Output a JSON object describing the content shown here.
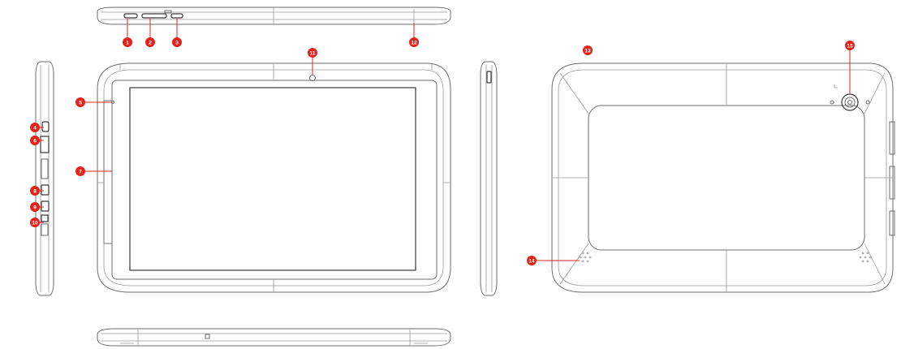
{
  "callouts": [
    {
      "id": "c1",
      "label": "1"
    },
    {
      "id": "c2",
      "label": "2"
    },
    {
      "id": "c3",
      "label": "3"
    },
    {
      "id": "c4",
      "label": "4"
    },
    {
      "id": "c5",
      "label": "5"
    },
    {
      "id": "c6",
      "label": "6"
    },
    {
      "id": "c7",
      "label": "7"
    },
    {
      "id": "c8",
      "label": "8"
    },
    {
      "id": "c9",
      "label": "9"
    },
    {
      "id": "c10",
      "label": "10"
    },
    {
      "id": "c11",
      "label": "11"
    },
    {
      "id": "c12",
      "label": "12"
    },
    {
      "id": "c13",
      "label": "13"
    },
    {
      "id": "c14",
      "label": "14"
    },
    {
      "id": "c15",
      "label": "15"
    }
  ],
  "colors": {
    "callout": "#e2231a",
    "line": "#6e6e6e"
  }
}
